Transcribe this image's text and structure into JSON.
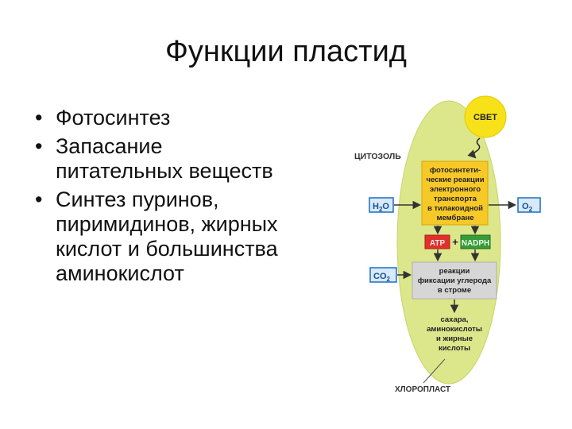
{
  "slide": {
    "title": "Функции пластид",
    "bullets": [
      "Фотосинтез",
      "Запасание\nпитательных веществ",
      "Синтез пуринов,\nпиримидинов, жирных\nкислот и большинства\nаминокислот"
    ]
  },
  "diagram": {
    "light": "СВЕТ",
    "cytosol": "ЦИТОЗОЛЬ",
    "chloroplast": "ХЛОРОПЛАСТ",
    "photo_box": [
      "фотосинтети-",
      "ческие реакции",
      "электронного",
      "транспорта",
      "в тилакоидной",
      "мембране"
    ],
    "atp": "ATP",
    "plus": "+",
    "nadph": "NADPH",
    "fixation_box": [
      "реакции",
      "фиксации углерода",
      "в строме"
    ],
    "products": [
      "сахара,",
      "аминокислоты",
      "и жирные",
      "кислоты"
    ],
    "h2o": {
      "main": "H",
      "sub": "2",
      "end": "O"
    },
    "o2": {
      "main": "O",
      "sub": "2"
    },
    "co2": {
      "main": "CO",
      "sub": "2"
    },
    "colors": {
      "organelle": "#dce68a",
      "light": "#f7e21a",
      "photo_box": "#f7c928",
      "atp": "#e0302c",
      "nadph": "#3a9a3a",
      "fixation_box": "#d6d6d6",
      "gas_box": "#1a6fc4",
      "gas_fill": "#d8e9f8"
    }
  }
}
